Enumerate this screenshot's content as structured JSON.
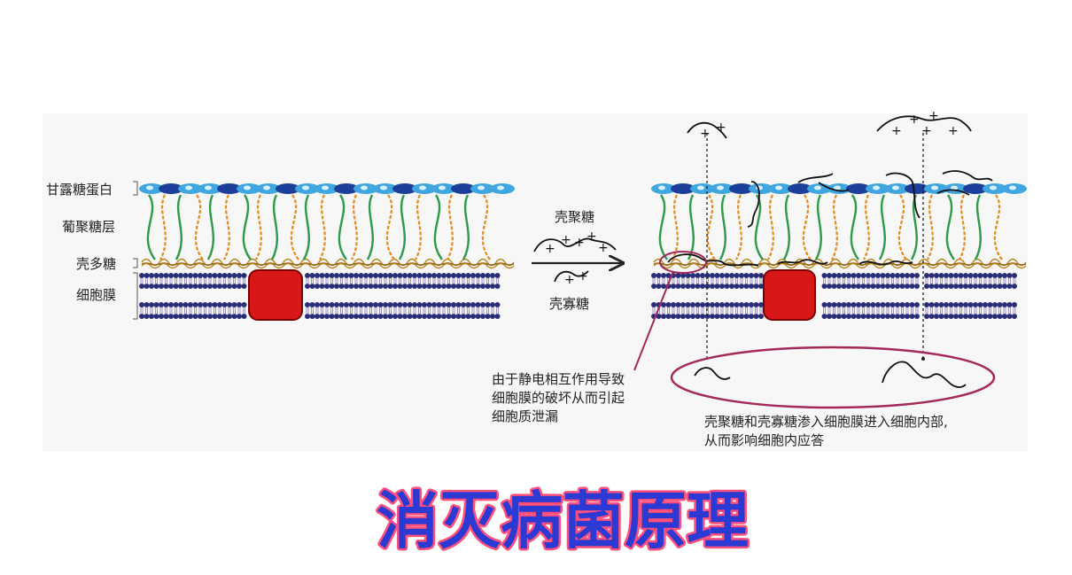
{
  "labels": {
    "mannoprotein": "甘露糖蛋白",
    "glucan_layer": "葡聚糖层",
    "chitin": "壳多糖",
    "cell_membrane": "细胞膜"
  },
  "arrow": {
    "top": "壳聚糖",
    "bottom": "壳寡糖"
  },
  "notes": {
    "left": [
      "由于静电相互作用导致",
      "细胞膜的破坏从而引起",
      "细胞质泄漏"
    ],
    "right": [
      "壳聚糖和壳寡糖渗入细胞膜进入细胞内部,",
      "从而影响细胞内应答"
    ]
  },
  "title": "消灭病菌原理",
  "colors": {
    "title_fill": "#2c3ad4",
    "title_outline": "#ff4f7a",
    "mannoprotein_light": "#3fa6e0",
    "mannoprotein_dark": "#1d3f9c",
    "glucan_green": "#2e9a4a",
    "glucan_orange": "#e48a1c",
    "chitin": "#b8861c",
    "membrane_head": "#2a2e7a",
    "membrane_tail": "#8a7ab8",
    "protein": "#d81818",
    "ellipse": "#a4285a"
  }
}
